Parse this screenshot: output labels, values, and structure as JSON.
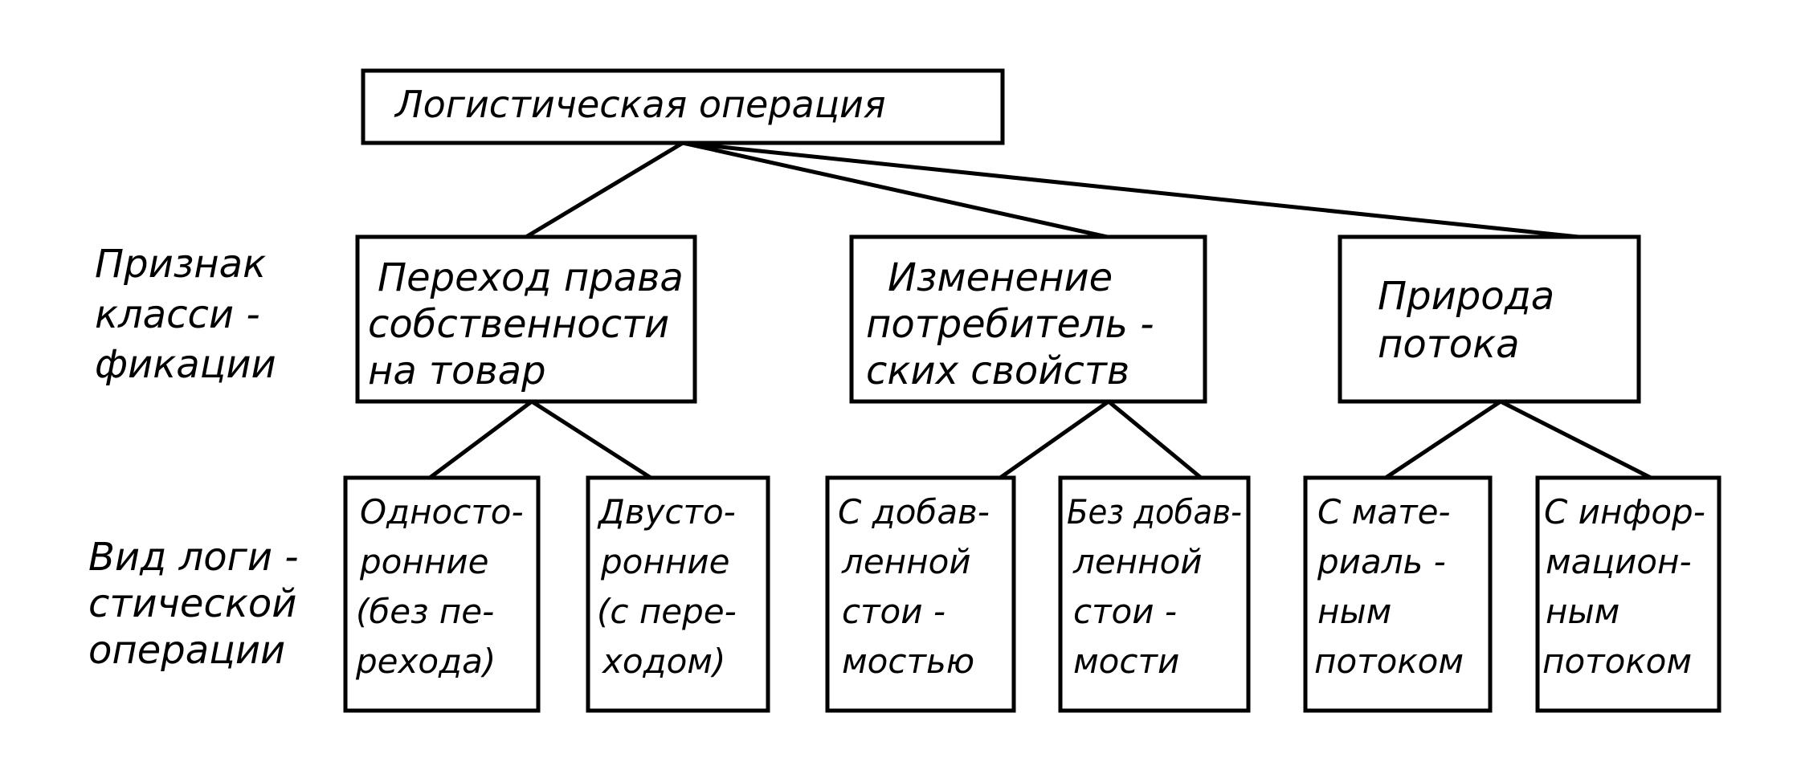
{
  "diagram": {
    "root": {
      "label": "Логистическая операция"
    },
    "side_labels": {
      "criterion": [
        "Признак",
        "класси -",
        "фикации"
      ],
      "kind": [
        "Вид логи -",
        "стической",
        "операции"
      ]
    },
    "categories": [
      {
        "lines": [
          "Переход права",
          "собственности",
          "на товар"
        ],
        "children": [
          {
            "lines": [
              "Односто-",
              "ронние",
              "(без пе-",
              "рехода)"
            ]
          },
          {
            "lines": [
              "Двусто-",
              "ронние",
              "(с пере-",
              "ходом)"
            ]
          }
        ]
      },
      {
        "lines": [
          "Изменение",
          "потребитель -",
          "ских свойств"
        ],
        "children": [
          {
            "lines": [
              "С добав-",
              "ленной",
              "стои -",
              "мостью"
            ]
          },
          {
            "lines": [
              "Без добав-",
              "ленной",
              "стои -",
              "мости"
            ]
          }
        ]
      },
      {
        "lines": [
          "Природа",
          "потока"
        ],
        "children": [
          {
            "lines": [
              "С мате-",
              "риаль -",
              "ным",
              "потоком"
            ]
          },
          {
            "lines": [
              "С инфор-",
              "мацион-",
              "ным",
              "потоком"
            ]
          }
        ]
      }
    ]
  }
}
